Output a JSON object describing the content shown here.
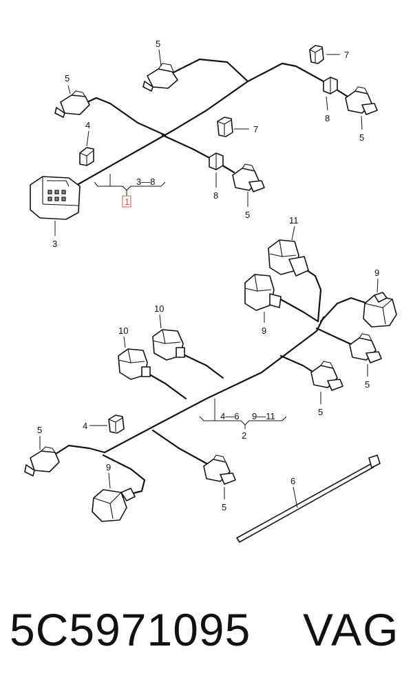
{
  "callouts": {
    "c_5a": "5",
    "c_5b": "5",
    "c_7a": "7",
    "c_8a": "8",
    "c_5c": "5",
    "c_4a": "4",
    "c_7b": "7",
    "c_range_a": "3—8",
    "c_1": "1",
    "c_8b": "8",
    "c_5d": "5",
    "c_3": "3",
    "c_11": "11",
    "c_9a": "9",
    "c_9b": "9",
    "c_10a": "10",
    "c_10b": "10",
    "c_5e": "5",
    "c_5f": "5",
    "c_range_b": "4—6",
    "c_range_c": "9—11",
    "c_2": "2",
    "c_4b": "4",
    "c_5g": "5",
    "c_9c": "9",
    "c_5h": "5",
    "c_6": "6"
  },
  "footer": {
    "part_number": "5C5971095",
    "brand": "VAG"
  },
  "colors": {
    "line": "#111111",
    "highlight": "#d9534f",
    "connector_fill": "#ffffff"
  }
}
